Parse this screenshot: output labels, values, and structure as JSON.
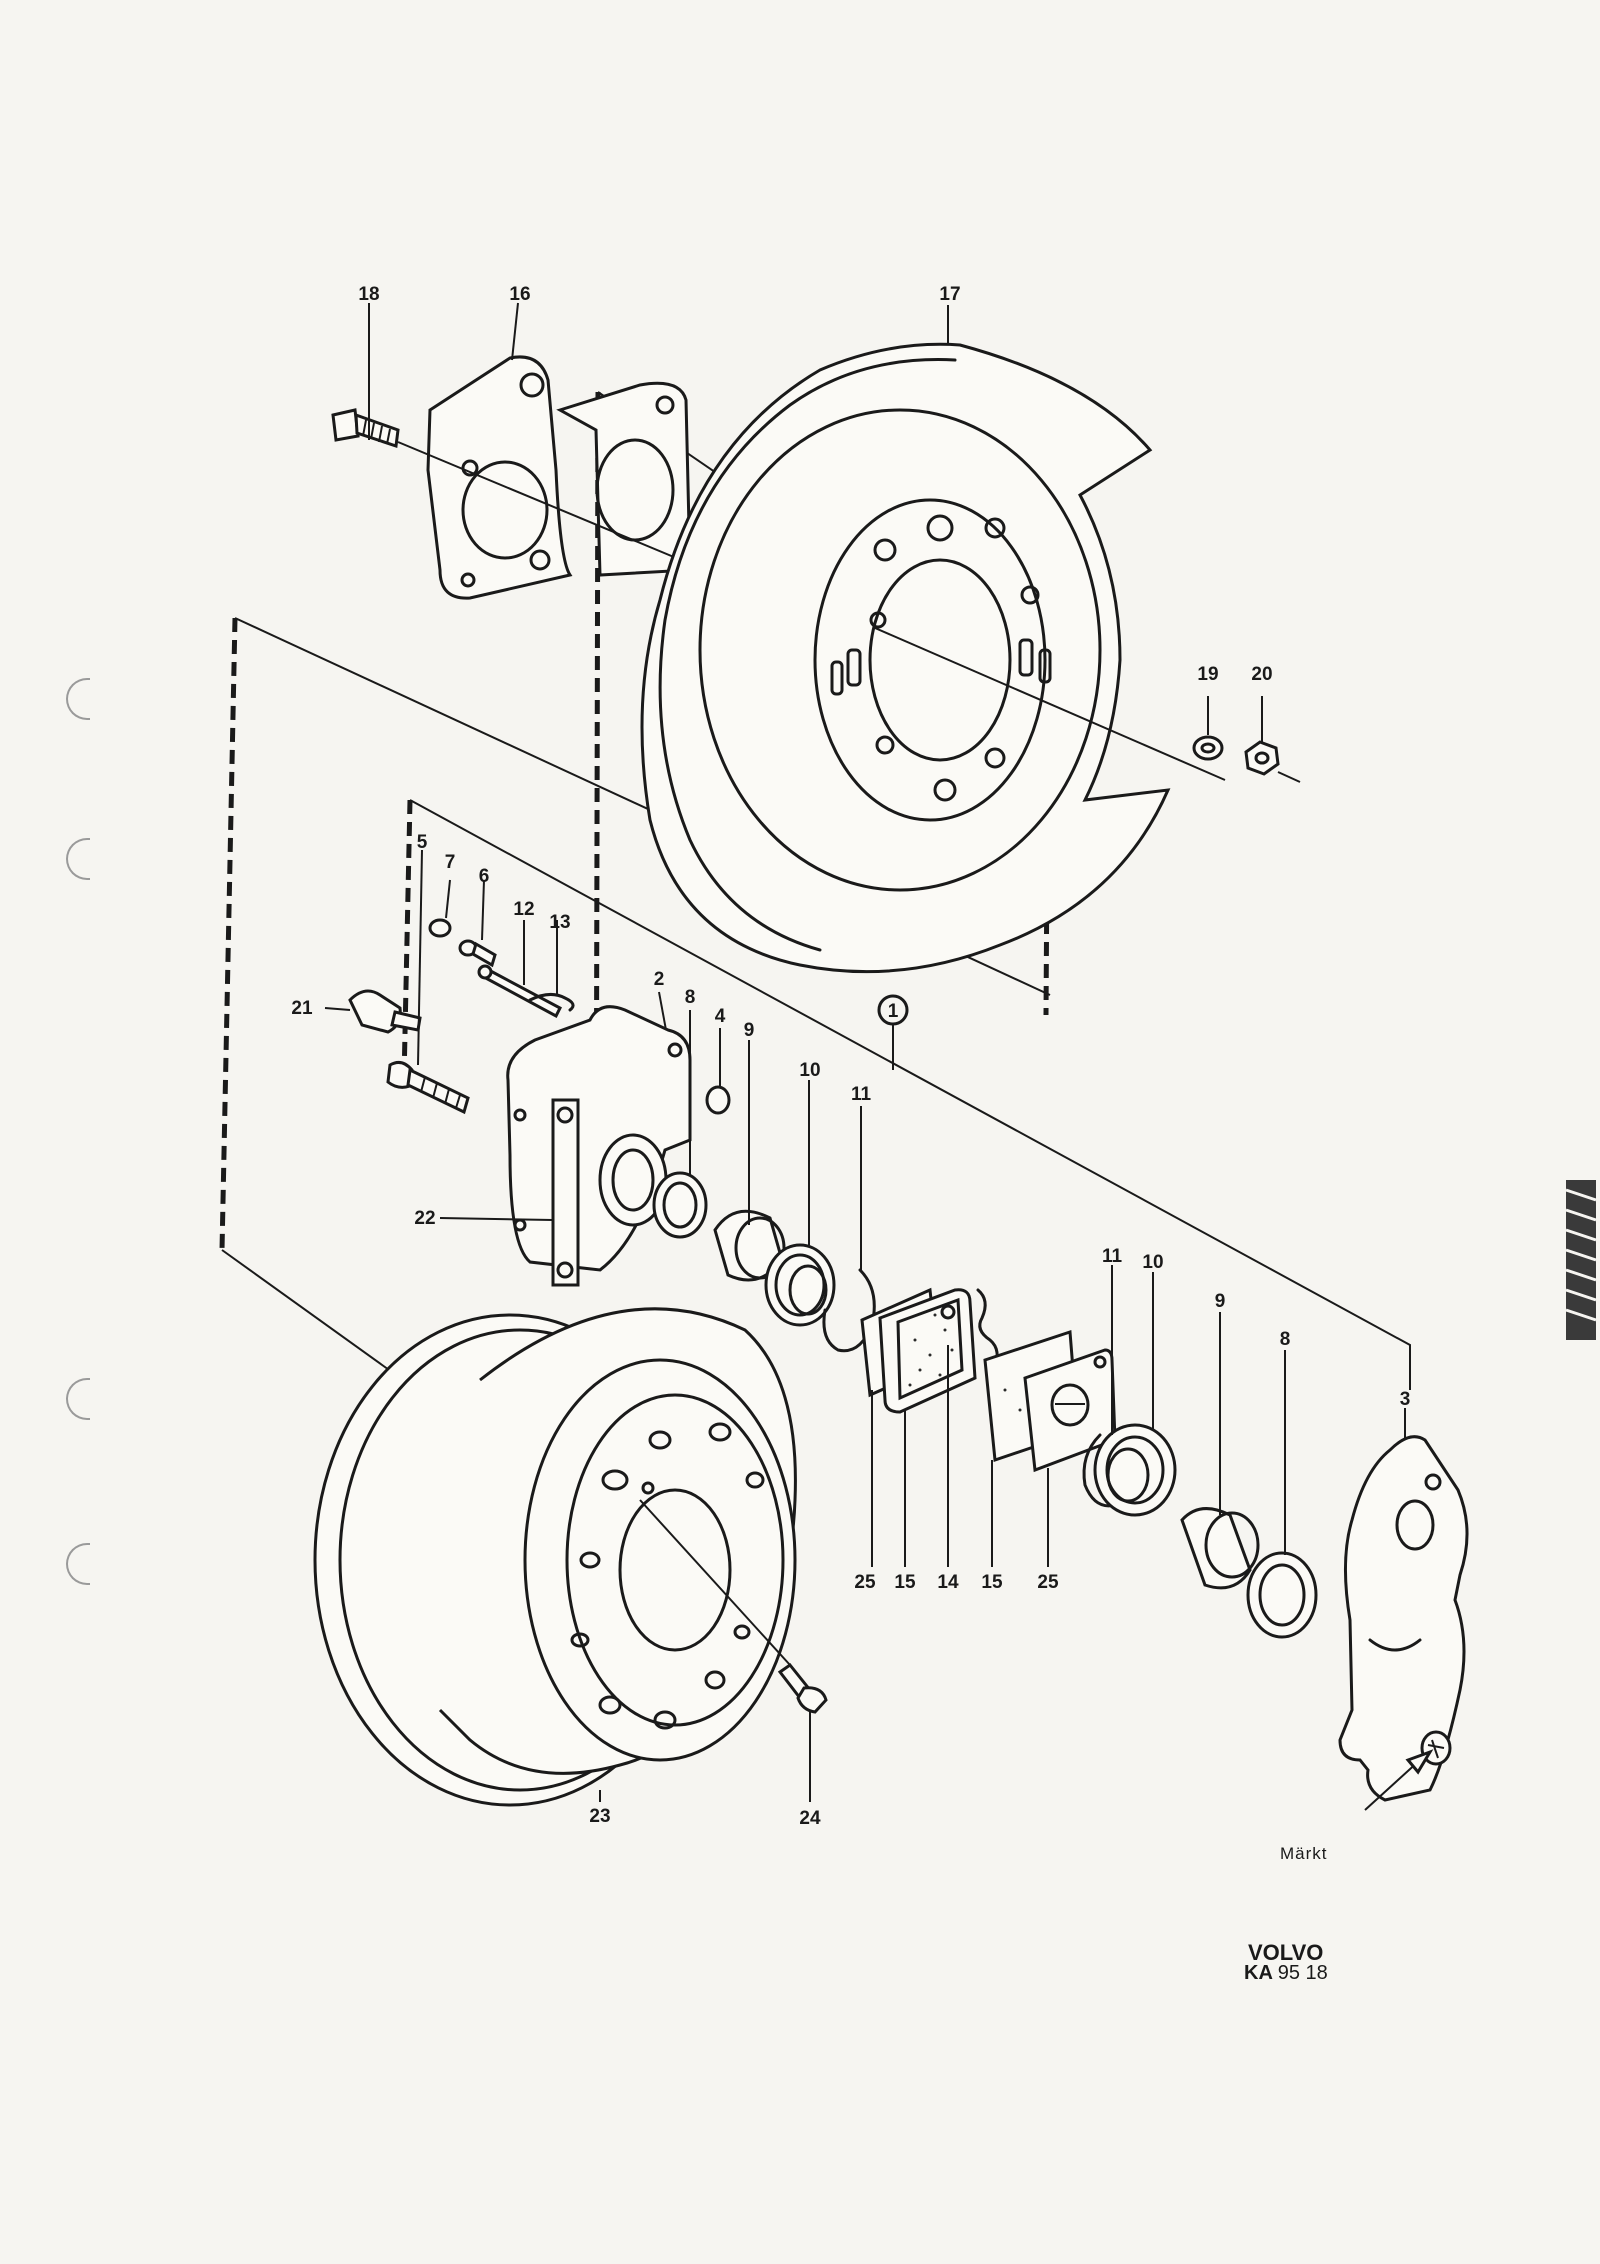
{
  "callouts": {
    "c1": "1",
    "c2": "2",
    "c3": "3",
    "c4": "4",
    "c5": "5",
    "c6": "6",
    "c7": "7",
    "c8a": "8",
    "c8b": "8",
    "c9a": "9",
    "c9b": "9",
    "c10a": "10",
    "c10b": "10",
    "c11a": "11",
    "c11b": "11",
    "c12": "12",
    "c13": "13",
    "c14": "14",
    "c15a": "15",
    "c15b": "15",
    "c16": "16",
    "c17": "17",
    "c18": "18",
    "c19": "19",
    "c20": "20",
    "c21": "21",
    "c22": "22",
    "c23": "23",
    "c24": "24",
    "c25a": "25",
    "c25b": "25"
  },
  "annotation": {
    "marked": "Märkt"
  },
  "brand": {
    "maker": "VOLVO",
    "ref_prefix": "KA",
    "ref_number": "95 18"
  },
  "colors": {
    "ink": "#1a1a1a",
    "paper": "#f6f5f1"
  }
}
